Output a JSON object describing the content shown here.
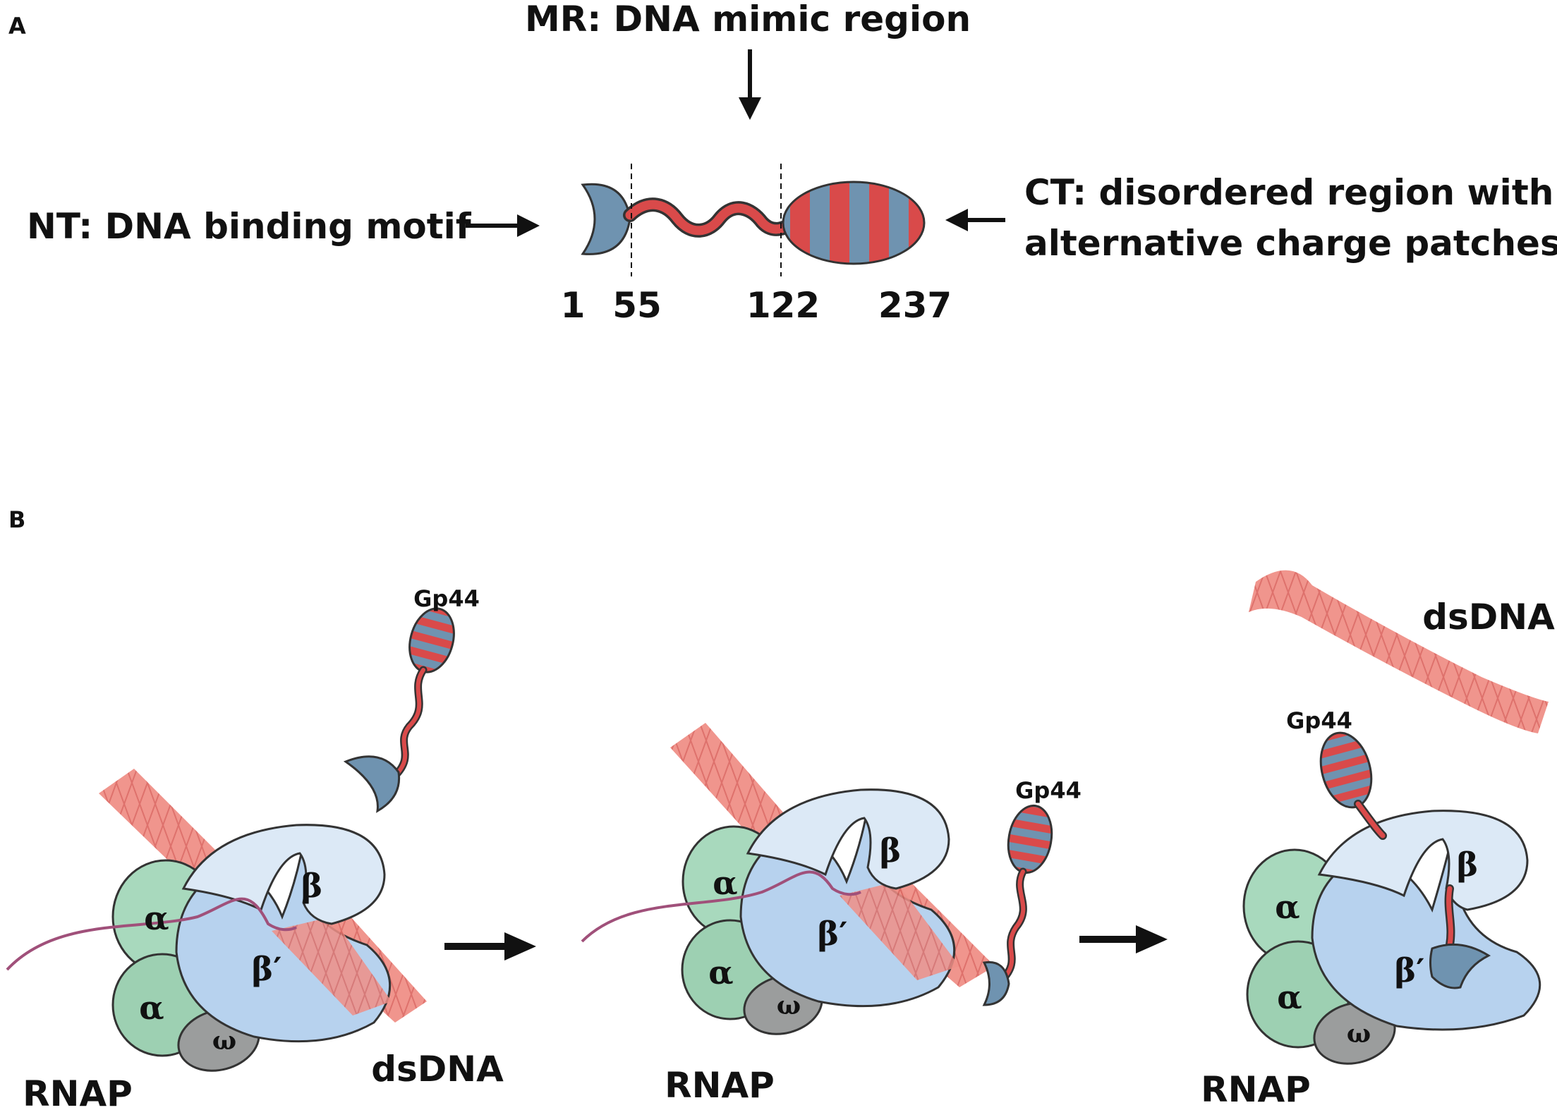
{
  "panel_a": {
    "letter": "A",
    "mr_label": "MR: DNA mimic region",
    "nt_label": "NT: DNA binding motif",
    "ct_label_line1": "CT: disordered region with",
    "ct_label_line2": "alternative charge patches",
    "positions": [
      "1",
      "55",
      "122",
      "237"
    ]
  },
  "panel_b": {
    "letter": "B",
    "stage1": {
      "gp44": "Gp44",
      "dsdna": "dsDNA",
      "rnap": "RNAP",
      "alpha1": "α",
      "alpha2": "α",
      "omega": "ω",
      "beta": "β",
      "beta_prime": "β′"
    },
    "stage2": {
      "gp44": "Gp44",
      "rnap": "RNAP",
      "alpha1": "α",
      "alpha2": "α",
      "omega": "ω",
      "beta": "β",
      "beta_prime": "β′"
    },
    "stage3": {
      "gp44": "Gp44",
      "dsdna": "dsDNA",
      "rnap": "RNAP",
      "alpha1": "α",
      "alpha2": "α",
      "omega": "ω",
      "beta": "β",
      "beta_prime": "β′"
    }
  },
  "colors": {
    "gp44_blue": "#6f93b0",
    "gp44_red": "#d94a4a",
    "dna_pink": "#ee8d86",
    "beta_light": "#dce9f6",
    "beta_prime": "#b7d2ee",
    "alpha_green": "#9fd3b4",
    "omega_grey": "#9b9d9d",
    "rna_purple": "#a0507a"
  }
}
